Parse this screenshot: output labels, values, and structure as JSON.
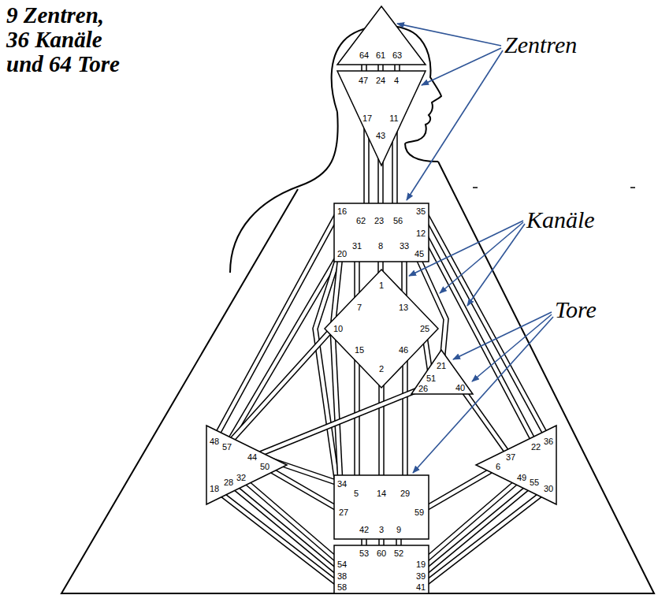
{
  "diagram": {
    "title": "9 Zentren, 36 Kanäle und 64 Tore",
    "nodes": [
      {
        "text": [
          "64",
          "61",
          "63"
        ]
      },
      {
        "text": [
          "47",
          "24",
          "4",
          "17",
          "11",
          "43"
        ]
      },
      {
        "text": [
          "16",
          "35",
          "62",
          "23",
          "56",
          "12",
          "31",
          "8",
          "33",
          "20",
          "45"
        ]
      },
      {
        "text": [
          "1",
          "7",
          "13",
          "10",
          "25",
          "15",
          "46",
          "2"
        ]
      },
      {
        "text": [
          "21",
          "51",
          "26",
          "40"
        ]
      },
      {
        "text": [
          "48",
          "57",
          "44",
          "50",
          "32",
          "28",
          "18"
        ]
      },
      {
        "text": [
          "36",
          "22",
          "37",
          "6",
          "49",
          "55",
          "30"
        ]
      },
      {
        "text": [
          "34",
          "5",
          "14",
          "29",
          "27",
          "59",
          "42",
          "3",
          "9"
        ]
      },
      {
        "text": [
          "53",
          "60",
          "52",
          "54",
          "19",
          "38",
          "39",
          "58",
          "41"
        ]
      }
    ],
    "edges": [
      {
        "from": 0,
        "to": 1,
        "arrow": "none"
      },
      {
        "from": 0,
        "to": 1,
        "arrow": "none"
      },
      {
        "from": 0,
        "to": 1,
        "arrow": "none"
      },
      {
        "from": 1,
        "to": 2,
        "arrow": "none"
      },
      {
        "from": 1,
        "to": 2,
        "arrow": "none"
      },
      {
        "from": 1,
        "to": 2,
        "arrow": "none"
      },
      {
        "from": 2,
        "to": 3,
        "arrow": "none"
      },
      {
        "from": 2,
        "to": 3,
        "arrow": "none"
      },
      {
        "from": 2,
        "to": 3,
        "arrow": "none"
      },
      {
        "from": 2,
        "to": 4,
        "arrow": "none"
      },
      {
        "from": 2,
        "to": 5,
        "arrow": "none"
      },
      {
        "from": 2,
        "to": 5,
        "arrow": "none"
      },
      {
        "from": 2,
        "to": 7,
        "arrow": "none"
      },
      {
        "from": 2,
        "to": 6,
        "arrow": "none"
      },
      {
        "from": 2,
        "to": 6,
        "arrow": "none"
      },
      {
        "from": 3,
        "to": 5,
        "arrow": "none"
      },
      {
        "from": 3,
        "to": 7,
        "arrow": "none"
      },
      {
        "from": 3,
        "to": 7,
        "arrow": "none"
      },
      {
        "from": 3,
        "to": 7,
        "arrow": "none"
      },
      {
        "from": 3,
        "to": 7,
        "arrow": "none"
      },
      {
        "from": 3,
        "to": 2,
        "arrow": "none"
      },
      {
        "from": 3,
        "to": 4,
        "arrow": "none"
      },
      {
        "from": 4,
        "to": 5,
        "arrow": "none"
      },
      {
        "from": 4,
        "to": 6,
        "arrow": "none"
      },
      {
        "from": 5,
        "to": 7,
        "arrow": "none"
      },
      {
        "from": 5,
        "to": 7,
        "arrow": "none"
      },
      {
        "from": 7,
        "to": 6,
        "arrow": "none"
      },
      {
        "from": 5,
        "to": 8,
        "arrow": "none"
      },
      {
        "from": 5,
        "to": 8,
        "arrow": "none"
      },
      {
        "from": 5,
        "to": 8,
        "arrow": "none"
      },
      {
        "from": 7,
        "to": 8,
        "arrow": "none"
      },
      {
        "from": 7,
        "to": 8,
        "arrow": "none"
      },
      {
        "from": 7,
        "to": 8,
        "arrow": "none"
      },
      {
        "from": 6,
        "to": 8,
        "arrow": "none"
      },
      {
        "from": 6,
        "to": 8,
        "arrow": "none"
      },
      {
        "from": 6,
        "to": 8,
        "arrow": "none"
      }
    ],
    "labels": [
      "Zentren",
      "Kanäle",
      "Tore"
    ]
  }
}
